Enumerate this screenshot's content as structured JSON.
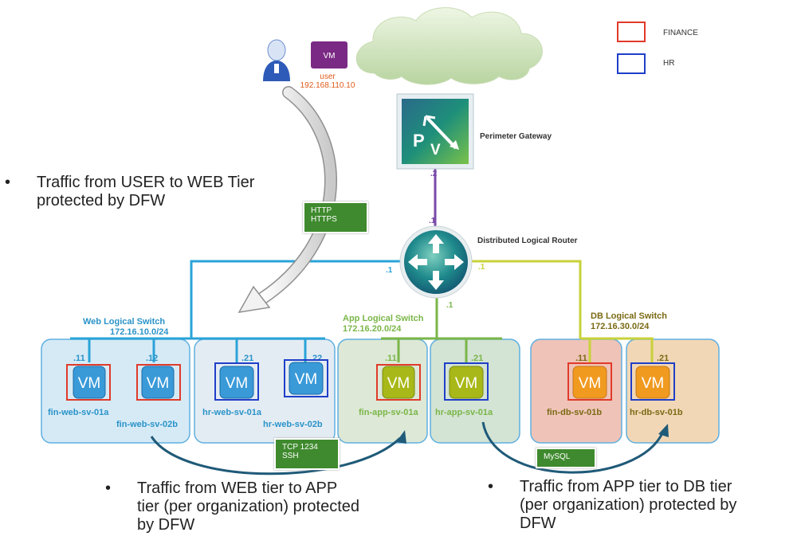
{
  "legend": {
    "finance": {
      "label": "FINANCE",
      "color": "#e03a2a"
    },
    "hr": {
      "label": "HR",
      "color": "#1f3fc8"
    }
  },
  "user": {
    "vm_label": "VM",
    "name": "user",
    "ip": "192.168.110.10"
  },
  "perimeter": {
    "label": "Perimeter Gateway",
    "icon_letters": "PV",
    "ip_suffix": ".2"
  },
  "router": {
    "label": "Distributed Logical Router",
    "uplink_suffix": ".1",
    "web_if": ".1",
    "app_if": ".1",
    "db_if": ".1"
  },
  "tags": {
    "user_web": "HTTP\nHTTPS",
    "web_app": "TCP 1234\nSSH",
    "app_db": "MySQL"
  },
  "bullets": {
    "user_web": "Traffic from USER to WEB Tier\nprotected by DFW",
    "web_app": "Traffic from WEB tier to APP\ntier (per organization) protected\nby DFW",
    "app_db": "Traffic from APP tier to DB tier\n(per organization) protected by\nDFW"
  },
  "switches": {
    "web": {
      "name": "Web Logical Switch",
      "subnet": "172.16.10.0/24",
      "color": "#2a93c8"
    },
    "app": {
      "name": "App Logical Switch",
      "subnet": "172.16.20.0/24",
      "color": "#7ab648"
    },
    "db": {
      "name": "DB Logical Switch",
      "subnet": "172.16.30.0/24",
      "color": "#7a6a14"
    }
  },
  "vm_label": "VM",
  "vms": [
    {
      "name": "fin-web-sv-01a",
      "suffix": ".11",
      "org": "finance",
      "tier": "web"
    },
    {
      "name": "fin-web-sv-02b",
      "suffix": ".12",
      "org": "finance",
      "tier": "web"
    },
    {
      "name": "hr-web-sv-01a",
      "suffix": ".21",
      "org": "hr",
      "tier": "web"
    },
    {
      "name": "hr-web-sv-02b",
      "suffix": ".22",
      "org": "hr",
      "tier": "web"
    },
    {
      "name": "fin-app-sv-01a",
      "suffix": ".11",
      "org": "finance",
      "tier": "app"
    },
    {
      "name": "hr-app-sv-01a",
      "suffix": ".21",
      "org": "hr",
      "tier": "app"
    },
    {
      "name": "fin-db-sv-01b",
      "suffix": ".11",
      "org": "finance",
      "tier": "db"
    },
    {
      "name": "hr-db-sv-01b",
      "suffix": ".21",
      "org": "hr",
      "tier": "db"
    }
  ],
  "colors": {
    "web_link": "#2aa3d8",
    "app_link": "#7ab648",
    "db_link": "#c8d23a",
    "uplink": "#7a4aa8",
    "user_ip": "#e05a1a",
    "vm_web": "#3a9ad8",
    "vm_app": "#a8b818",
    "vm_db": "#f09a20"
  }
}
